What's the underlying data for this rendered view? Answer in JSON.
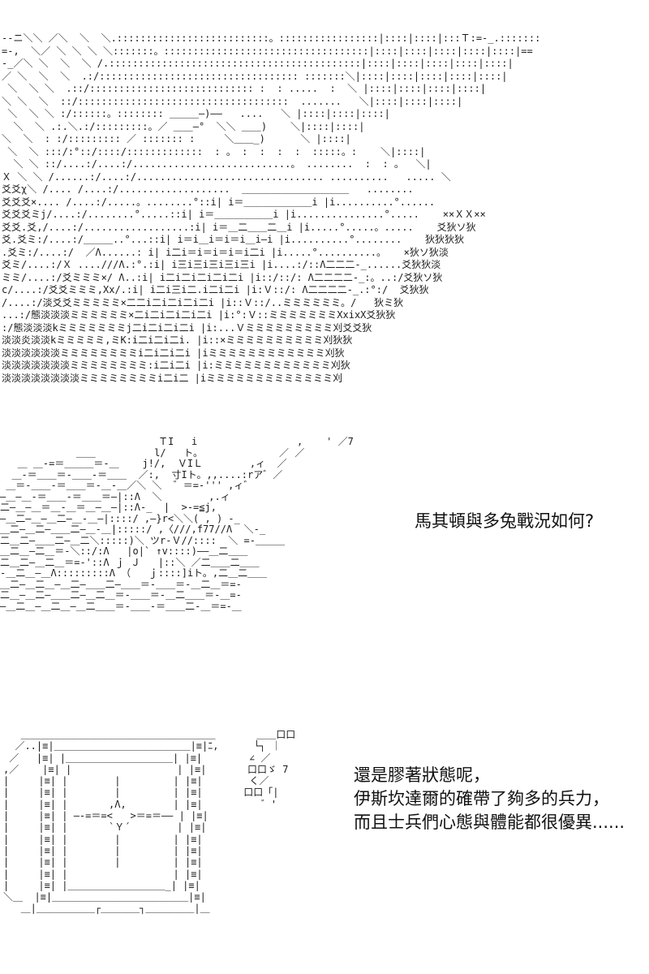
{
  "page": {
    "kind": "ascii-art comic page",
    "background": "#ffffff",
    "ink": "#1c1c1c"
  },
  "panels": {
    "top_scene": {
      "description": "battlefield-fortress-ascii-art",
      "art": "--ニ＼＼ ／＼  ＼  ＼.::::::::::::::::::::::::::。:::::::::::::::::|::::|::::|:::Ｔ:=-_.:::::::\n=-,  ＼／ ＼ ＼ ＼ ＼:::::::。:::::::::::::::::::::::::::::::::::|::::|::::|::::|::::|::::|==\n-_／＼ ＼  ＼  ＼ /.:::::::::::::::::::::::::::::::::::::::::::|::::|::::|::::|::::|::::|\n／ ＼  ＼  ＼  .:/:::::::::::::::::::::::::::::::::: :::::::＼|::::|::::|::::|::::|::::|\n ＼  ＼ ＼  .::/:::::::::::::::::::::::::::: :  : .....  :  ＼ |::::|::::|::::|::::|\n＼ ＼  ＼  ::/::::::::::::::::::::::::::::::::::::  .......   ＼|::::|::::|::::|\n ＼  ＼ ＼ :/::::::。:::::::: ＿＿＿—)——   ....   ＼ |::::|::::|::::|\n  ＼  ＼ .:.＼.:/:::::::::。／ ＿＿—°  ＼＼ ＿＿)    ＼|::::|::::|\n＼  ＼  : :/::::::::: ／ ::::::: :     ＼＿＿_)      ＼ |::::|\n ＼  ＼ :::/:°::/::::/:::::::::::::  : 。 :  :  :  :  :::::。:    ＼|::::|\n  ＼ ＼ ::/....:/....:/...........................。 ........  :  : 。  ＼|\nＸ ＼ ＼ /......:/....:/................................ ..........   ..... ＼\n爻爻χ＼ /.... /....:/...................  ＿＿＿＿＿＿＿＿＿＿＿   ........\n爻爻爻×.... /....:/.....。........°::i| i＝＿＿＿＿＿＿＿i |i..........°......\n爻爻爻ミj/....:/........°.....::i| i＝＿＿＿＿＿＿i |i...............°.....    ××ＸＸ××\n爻爻.爻,/....:/..................:i| i＝＿二＿＿二＿i |i.....°.....。.....    爻狄ソ狄\n爻.爻ミ:/....:/＿＿＿..°...::i| i＝i＿i＝i＝i＿i—i |i..........°........    狄狄狄狄\n.爻ミ:/....:/  ／Λ......: i| i二i＝i＝i＝i＝i二i |i.....°..........。   ×狄ソ狄淡\n爻ミ/....:/Ｘ ....///Λ.:°.:i| i三i三i三i三i三i |i....:/::Λ二二二-_......爻狄狄淡\nミミ/....:/爻ミミミ×/ Λ..:i| i二i二i二i二i二i |i::/::/: Λ二二二二-_:。..:/爻狄ソ狄\nc/....:/爻爻ミミミ,Xx/.:i| i二i三i二.i二i二i |i:Ｖ::/: Λ二二二二-_.:°:/  爻狄狄\n/....:/淡爻爻ミミミミミ×二二i二i二i二i二i |i::Ｖ::/..ミミミミミミ。/   狄ミ狄\n...:/態淡淡淡ミミミミミミ×二i二i二i二i二i |i:°:Ｖ::ミミミミミミミXxixX爻狄狄\n:/態淡淡淡kミミミミミミミj二i二i二i二i |i:...Ｖミミミミミミミミミ刈爻爻狄\n淡淡炎淡淡kミミミミミ,ミK:i二i二i二i. |i::×ミミミミミミミミミミ刈狄狄\n淡淡淡淡淡淡ミミミミミミミミi二i二i二i |iミミミミミミミミミミミミ刈狄\n淡淡淡淡淡淡淡ミミミミミミミミ:i二i二i |i:ミミミミミミミミミミミミ刈狄\n淡淡淡淡淡淡淡淡ミミミミミミミミi二i二 |iミミミミミミミミミミミミミ刈"
    },
    "middle_scene": {
      "description": "rider-figure-ascii-art",
      "art": "                           ＴI   i                 ,    ' ／7\n             ＿＿          l/   ト。             ／ ／\n   ＿ ＿-=＝＿＿＿＝-＿    j!/,  ＶIＬ        ,ィ  ／\n  ＿-＝＿＿＝-＿＿-＝＿＿  ／:,  寸Iト。,,....:rア゛／\n ＿＝-＿＿-＝＿＿＝-＿-＿／＼ ＼  ゛＝=-''' ,ィ゛\n—＿—＿-＝＿＿-＝＿＿＝—|::Λ  ＼        ,.ィ\n二—＿—＿＝＿-＿＝＿—＿—|::Λ-_  |  >-=≦j,\n—＿二—＿—＿二—＿-＿—|::::/ ,—}r<＼＼( , ) -_\n＿二—＿二—＿＿二—＿-＿|:::::/ ,〈///,f77//Λ  ＼-_\n二＿二—＿＿二—＿二＼:::::)＼ ツr-Ｖ//::::  ＼ =-＿＿＿\n＿二＿—二＿＝-＼::/:Λ   |o|` ↑v::::)——＿二＿＿\n二＿二—＿二＿＝=-'::Λ ｊ Ｊ   |::＼ ／二＿＿二＿＿\n-＿二＿—＿Λ:::::::::Λ （   ｊ::::]iト。,二＿二＿＿\n＿二—＿二＿—＿二—＿＿二—＿＿＝-＿＿＝-＿二＿＝=-\n二＿—＿二—＿＿二—＿二＿＝-＿＿＝-＿二＿＿＝-＿=-\n—＿二＿—＿二＿—＿二＿＿＝-＿＿-＝＿＿二-＿＝=-＿"
    },
    "bottom_scene": {
      "description": "television-monitor-ascii-art with impact sparks",
      "art": "   ＿＿＿＿＿＿＿＿＿＿＿＿＿＿＿＿＿＿＿＿       ＿＿口口\n  ／..|≡|＿＿＿＿＿＿＿＿＿＿＿＿＿＿|≡|ﾆ,      └┐ ｜\n ／   |≡| |＿＿＿＿＿＿＿＿＿＿＿| |≡|        ∠ ／\n,／    |≡| |                  | |≡|       口口ゞ 7\n|     |≡| |        |         | |≡|        く／\n|     |≡| |        |         | |≡|       口口「|\n|     |≡| |       ,Λ,        | |≡|          ゛'\n|     |≡| | —-=＝=<   >＝=＝—– | |≡|\n|     |≡| |       `Ｙ´        | |≡|\n|     |≡| |        |         | |≡|\n|     |≡| |        |         | |≡|\n|     |≡| |        |         | |≡|\n|     |≡| |                  | |≡|\n|     |≡| |＿＿＿＿＿＿＿＿＿＿_| |≡|\n＼＿  |≡|＿＿＿＿＿＿＿＿＿＿＿＿＿＿|≡|\n   ＿|＿＿＿＿＿＿┌＿＿＿＿┐＿＿＿＿＿|＿"
    }
  },
  "dialogues": {
    "question": "馬其頓與多兔戰況如何?",
    "answer_lines": {
      "0": "還是膠著狀態呢，",
      "1": "伊斯坎達爾的確帶了夠多的兵力，",
      "2": "而且士兵們心態與體能都很優異......"
    }
  }
}
